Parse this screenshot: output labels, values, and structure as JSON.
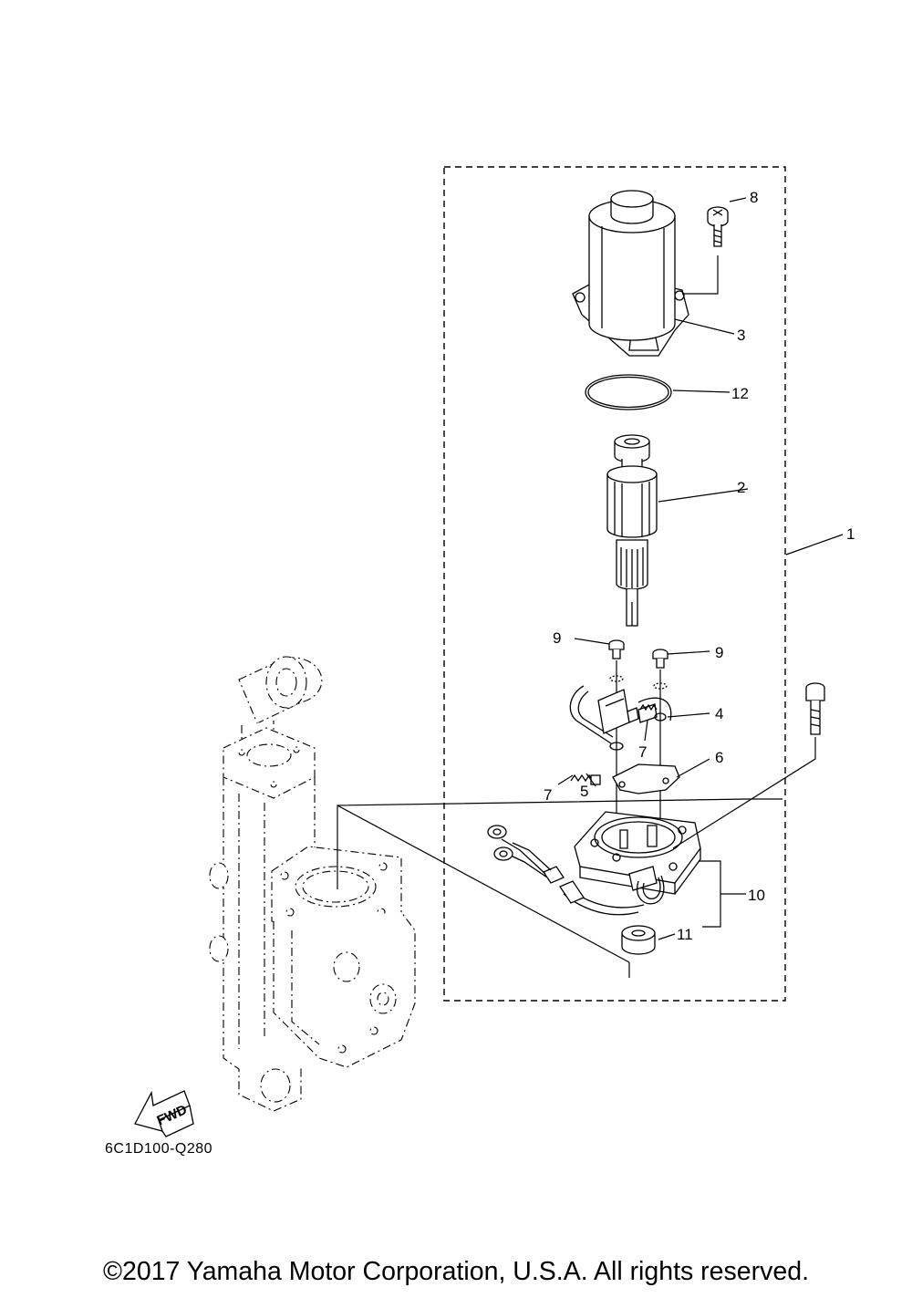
{
  "diagram": {
    "code": "6C1D100-Q280",
    "fwd_label": "FWD",
    "callouts": {
      "c1": "1",
      "c2": "2",
      "c3": "3",
      "c4": "4",
      "c5": "5",
      "c6": "6",
      "c7a": "7",
      "c7b": "7",
      "c8": "8",
      "c9a": "9",
      "c9b": "9",
      "c10": "10",
      "c11": "11",
      "c12": "12"
    }
  },
  "footer": {
    "copyright": "©2017 Yamaha Motor Corporation, U.S.A. All rights reserved."
  }
}
